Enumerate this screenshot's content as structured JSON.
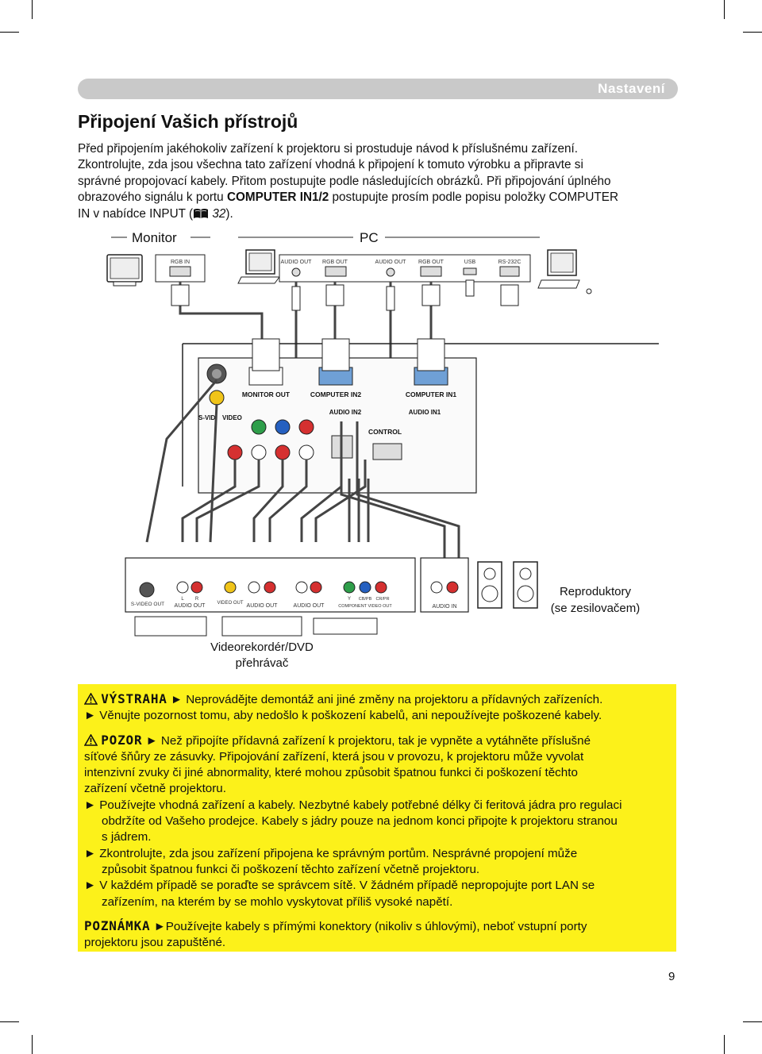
{
  "header": {
    "section": "Nastavení"
  },
  "title": "Připojení Vašich přístrojů",
  "intro": {
    "line1": "Před připojením jakéhokoliv zařízení k projektoru si prostuduje návod k příslušnému zařízení.",
    "line2": "Zkontrolujte, zda jsou všechna tato zařízení vhodná k připojení k tomuto výrobku a připravte si",
    "line3": "správné propojovací kabely. Přitom postupujte podle následujících obrázků. Při připojování úplného",
    "line4a": "obrazového signálu k portu ",
    "line4b": "COMPUTER IN1/2",
    "line4c": " postupujte prosím podle popisu položky COMPUTER",
    "line5a": "IN v nabídce INPUT (",
    "line5b": "32",
    "line5c": ")."
  },
  "diagram": {
    "monitor_label": "Monitor",
    "pc_label": "PC",
    "monitor_port": "RGB IN",
    "pc_ports": [
      "AUDIO OUT",
      "RGB OUT",
      "AUDIO OUT",
      "RGB OUT",
      "USB",
      "RS-232C"
    ],
    "projector_ports": {
      "monitor_out": "MONITOR OUT",
      "computer_in2": "COMPUTER IN2",
      "computer_in1": "COMPUTER IN1",
      "audio_in2": "AUDIO IN2",
      "audio_in1": "AUDIO IN1",
      "s_video": "S-VID",
      "video": "VIDEO",
      "control": "CONTROL"
    },
    "device_ports": {
      "s_video_out": "S-VIDEO OUT",
      "l": "L",
      "r": "R",
      "audio_out": "AUDIO OUT",
      "video_out": "VIDEO OUT",
      "y": "Y",
      "cb": "CB/PB",
      "cr": "CR/PR",
      "component_out": "COMPONENT VIDEO OUT",
      "audio_in": "AUDIO IN"
    },
    "speakers_label_1": "Reproduktory",
    "speakers_label_2": "(se zesilovačem)",
    "vcr_label_1": "Videorekordér/DVD",
    "vcr_label_2": "přehrávač"
  },
  "warning": {
    "vystraha": "VÝSTRAHA",
    "vystraha_text": "► Neprovádějte demontáž ani jiné změny na projektoru a přídavných zařízeních.",
    "vystraha_text2": "► Věnujte pozornost tomu, aby nedošlo k poškození kabelů, ani nepoužívejte poškozené kabely.",
    "pozor": "POZOR",
    "pozor_l1": "► Než připojíte přídavná zařízení k projektoru, tak je vypněte a vytáhněte příslušné",
    "pozor_l2": "síťové šňůry ze zásuvky. Připojování zařízení, která jsou v provozu, k projektoru může vyvolat",
    "pozor_l3": "intenzivní zvuky či jiné abnormality, které mohou způsobit špatnou funkci či poškození těchto",
    "pozor_l4": "zařízení včetně projektoru.",
    "b1_l1": "► Používejte vhodná zařízení a kabely. Nezbytné kabely potřebné délky či feritová jádra pro regulaci",
    "b1_l2": "obdržíte od Vašeho prodejce. Kabely s jádry pouze na jednom konci připojte k projektoru stranou",
    "b1_l3": "s jádrem.",
    "b2_l1": "► Zkontrolujte, zda jsou zařízení připojena ke správným portům. Nesprávné propojení může",
    "b2_l2": "způsobit špatnou funkci či poškození těchto zařízení včetně projektoru.",
    "b3_l1": "► V každém případě se poraďte se správcem sítě. V žádném případě nepropojujte port LAN se",
    "b3_l2": "zařízením, na kterém by se mohlo vyskytovat příliš vysoké napětí.",
    "poznamka": "POZNÁMKA",
    "poznamka_l1": "►Používejte kabely s přímými konektory (nikoliv s úhlovými), neboť vstupní porty",
    "poznamka_l2": "projektoru jsou zapuštěné."
  },
  "page_number": "9"
}
